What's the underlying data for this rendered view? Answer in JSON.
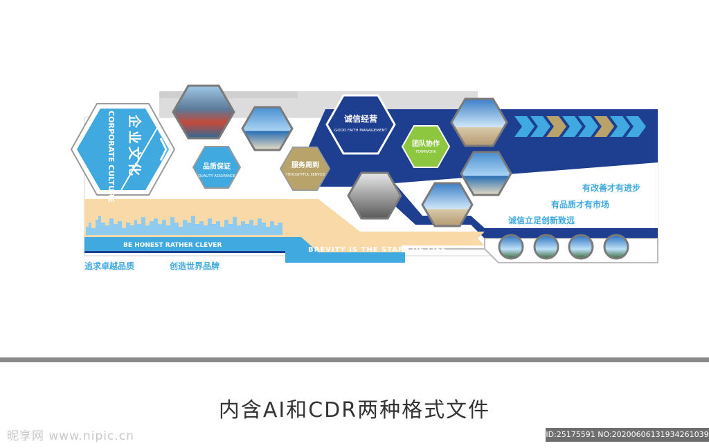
{
  "main": {
    "title_cn": "企业文化",
    "title_en": "CORPORATE CULTURE",
    "hex_quality": {
      "cn": "品质保证",
      "en": "QUALITY ASSURANCE"
    },
    "hex_service": {
      "cn": "服务周到",
      "en": "THOUGHTFUL SERVICE"
    },
    "hex_integrity": {
      "cn": "诚信经营",
      "en": "GOOD FAITH MANAGEMENT"
    },
    "hex_team": {
      "cn": "团队协作",
      "en": "TEAMWORK"
    },
    "slogans": [
      "有改善才有进步",
      "有品质才有市场",
      "诚信立足创新致远"
    ],
    "band_left": "BE HONEST RATHER CLEVER",
    "band_right": "BREVITY IS THE STAFF OF LIFE",
    "bottom_left_1": "追求卓越品质",
    "bottom_left_2": "创造世界品牌"
  },
  "caption": "内含AI和CDR两种格式文件",
  "watermark": {
    "left": "昵享网 www.nipic.cn",
    "right": "ID:25175591 NO:20200606131934261039"
  },
  "colors": {
    "light_blue": "#3fa9e0",
    "navy": "#1e3f8f",
    "gold": "#b8a46a",
    "green": "#8dc63f",
    "peach": "#f9d9a8",
    "gray": "#d9d9d9"
  },
  "icons": [
    "arrow-chevron-icon",
    "skyline-icon"
  ]
}
